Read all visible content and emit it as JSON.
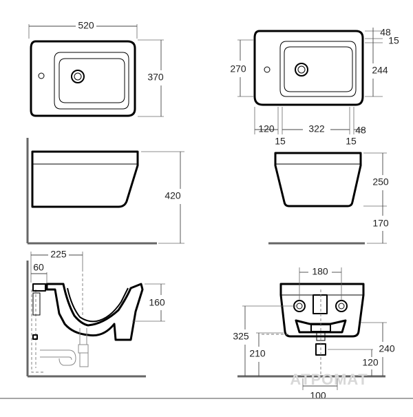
{
  "dimensions": {
    "top_width": "520",
    "top_depth": "370",
    "top_right_depth": "270",
    "top_right_basin_depth": "244",
    "top_right_rim_48": "48",
    "top_right_rim_15": "15",
    "bottom_120": "120",
    "bottom_322": "322",
    "bottom_48": "48",
    "bottom_15_left": "15",
    "bottom_15_right": "15",
    "side_height": "420",
    "front_bowl_height": "250",
    "front_floor_clearance": "170",
    "section_225": "225",
    "section_60": "60",
    "section_160": "160",
    "rear_180": "180",
    "rear_325": "325",
    "rear_210": "210",
    "rear_240": "240",
    "rear_120": "120",
    "rear_100": "100"
  },
  "watermark": "АТРОМАТ"
}
